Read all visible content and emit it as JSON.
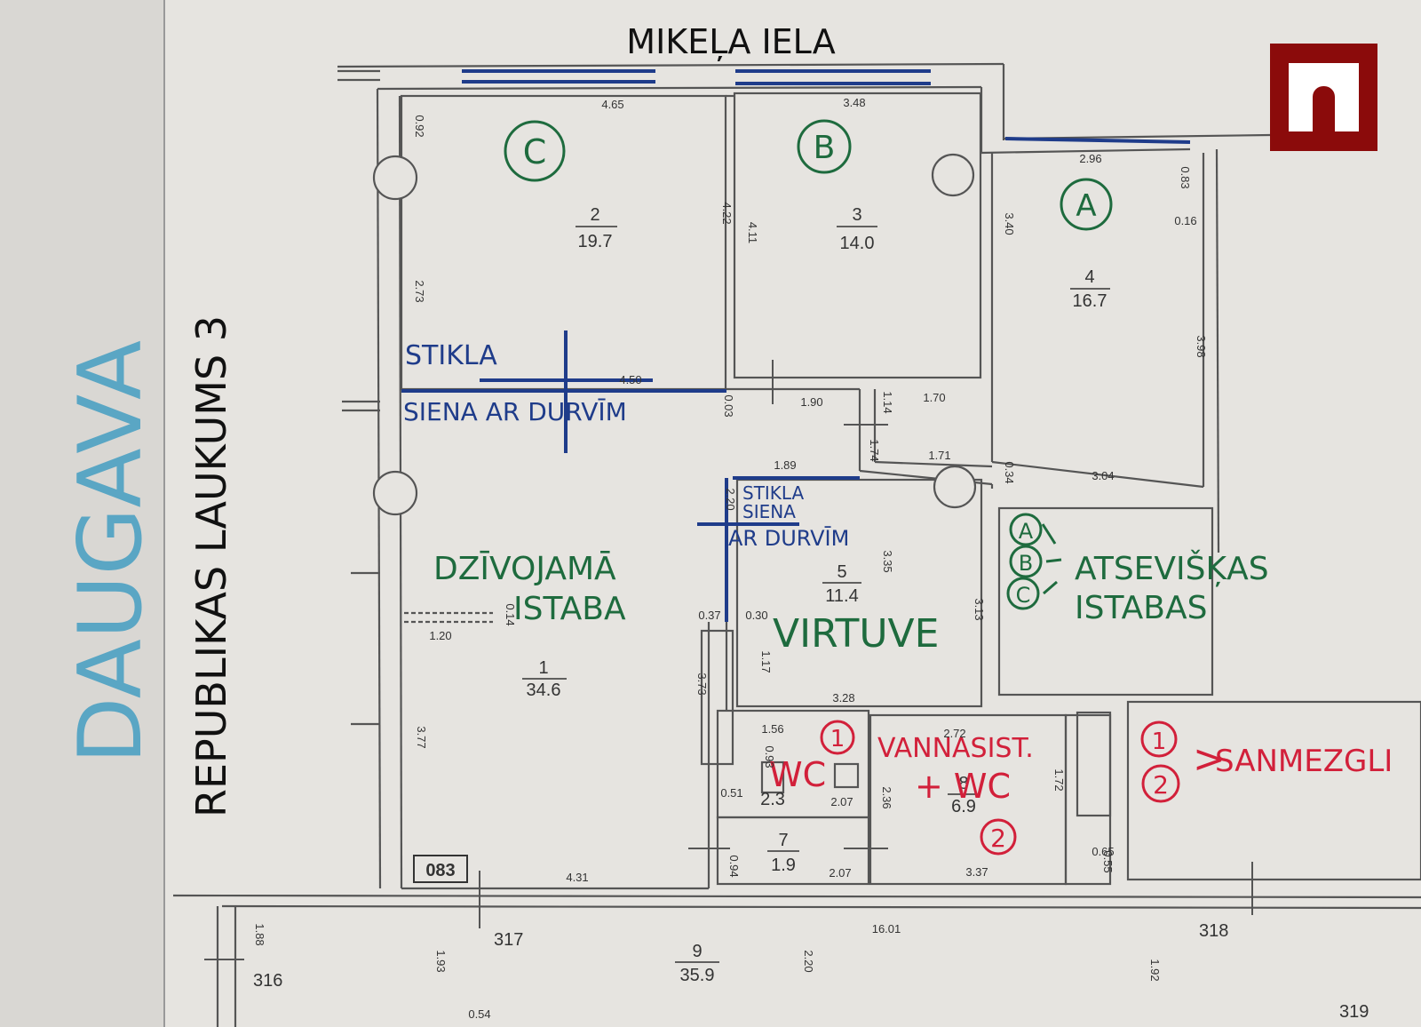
{
  "street_top": "MIKEĻA IELA",
  "street_left": "REPUBLIKAS LAUKUMS 3",
  "river_label": "DAUGAVA",
  "rooms": [
    {
      "num": "1",
      "area": "34.6"
    },
    {
      "num": "2",
      "area": "19.7"
    },
    {
      "num": "3",
      "area": "14.0"
    },
    {
      "num": "4",
      "area": "16.7"
    },
    {
      "num": "5",
      "area": "11.4"
    },
    {
      "num": "7",
      "area": "1.9"
    },
    {
      "num": "8",
      "area": "6.9"
    },
    {
      "num": "9",
      "area": "35.9"
    }
  ],
  "wc_small_area": "2.3",
  "room_markers": [
    "C",
    "B",
    "A"
  ],
  "annotations": {
    "glass_wall_1": "STIKLA",
    "glass_wall_2": "SIENA AR DURVĪM",
    "kitchen_glass_1": "STIKLA",
    "kitchen_glass_2": "SIENA",
    "kitchen_glass_3": "AR DURVĪM",
    "living_1": "DZĪVOJAMĀ",
    "living_2": "ISTABA",
    "kitchen": "VIRTUVE",
    "separate_1": "ATSEVIŠĶAS",
    "separate_2": "ISTABAS",
    "wc": "WC",
    "bathroom_1": "VANNASIST.",
    "bathroom_2": "+ WC",
    "plumbing": "SANMEZGLI",
    "marker_1": "1",
    "marker_2": "2",
    "bracket": ">"
  },
  "apt_numbers": [
    "316",
    "317",
    "318",
    "319"
  ],
  "plan_code": "083",
  "dimensions": [
    "4.65",
    "3.48",
    "2.96",
    "0.92",
    "4.22",
    "4.11",
    "3.40",
    "0.83",
    "0.16",
    "2.73",
    "4.50",
    "0.03",
    "1.90",
    "1.14",
    "1.70",
    "1.89",
    "1.74",
    "1.71",
    "0.34",
    "3.04",
    "3.98",
    "2.20",
    "3.35",
    "0.14",
    "1.20",
    "0.37",
    "0.30",
    "3.13",
    "1.17",
    "3.73",
    "3.28",
    "1.56",
    "0.93",
    "2.72",
    "0.51",
    "2.07",
    "2.36",
    "1.72",
    "0.65",
    "0.94",
    "2.07",
    "0.55",
    "4.31",
    "3.77",
    "3.37",
    "1.88",
    "1.93",
    "16.01",
    "2.20",
    "1.92",
    "0.54"
  ],
  "colors": {
    "green": "#1e6b3e",
    "blue": "#1f3c8a",
    "red": "#d2203a",
    "cyan": "#5aa6c4",
    "wall": "#555555",
    "paper": "#e4e2de",
    "logo": "#8b0b0b"
  }
}
